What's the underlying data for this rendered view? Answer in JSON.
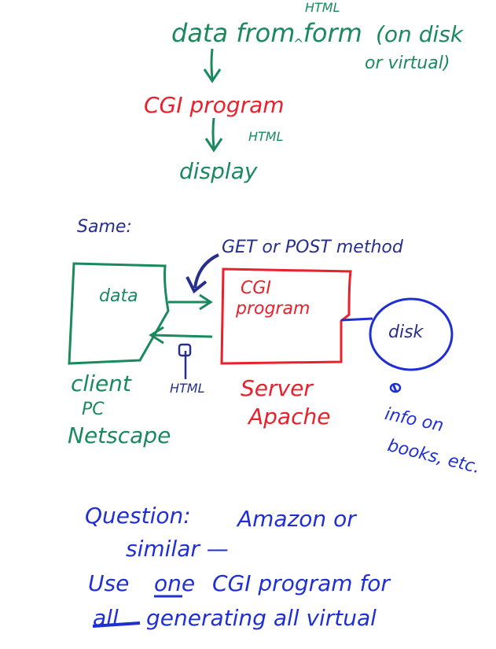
{
  "colors": {
    "green": "#1a8a5e",
    "red": "#e8212c",
    "navy": "#262f8c",
    "blue": "#1f2fd4"
  },
  "top_flow": {
    "html_label_1": "HTML",
    "caret": "^",
    "data_from_form": "data from form",
    "on_disk": "(on disk",
    "or_virtual": "or virtual)",
    "cgi_program": "CGI program",
    "html_label_2": "HTML",
    "display": "display"
  },
  "diagram": {
    "same_label": "Same:",
    "method_label": "GET or POST method",
    "client_box_label": "data",
    "cgi_box_line1": "CGI",
    "cgi_box_line2": "program",
    "disk_label": "disk",
    "html_return_label": "HTML",
    "client_line1": "client",
    "client_line2": "PC",
    "client_line3": "Netscape",
    "server_line1": "Server",
    "server_line2": "Apache",
    "info_line1": "info on",
    "info_line2": "books, etc."
  },
  "question": {
    "line1_prefix": "Question:",
    "line1_rest": "Amazon or",
    "line2": "similar —",
    "line3_use": "Use",
    "line3_one": "one",
    "line3_rest": "CGI program for",
    "line4_struck": "all",
    "line4_rest": "generating all virtual"
  }
}
